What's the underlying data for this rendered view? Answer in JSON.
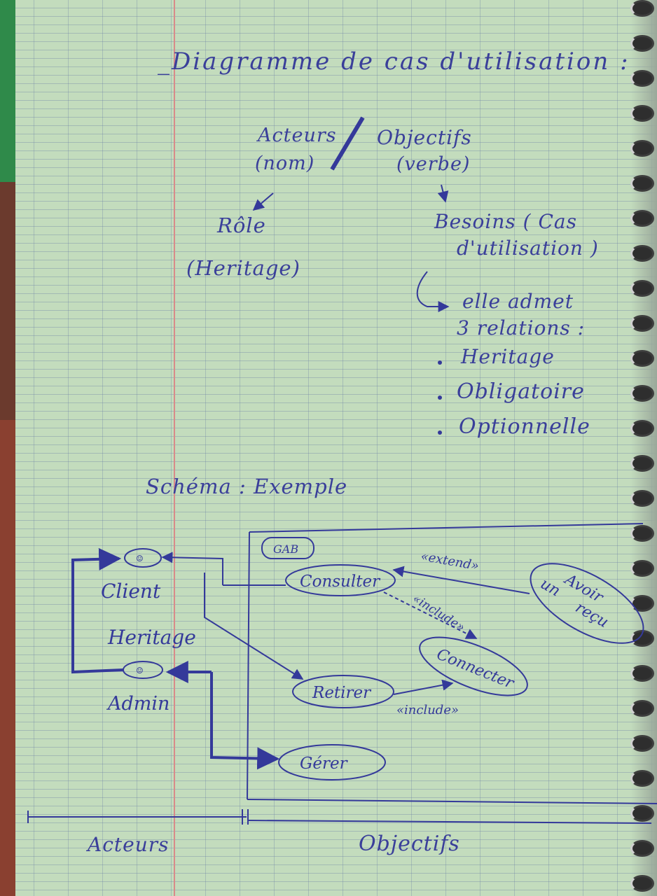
{
  "title": "_Diagramme de cas d'utilisation :",
  "concept": {
    "acteurs": "Acteurs",
    "acteurs_sub": "(nom)",
    "objectifs": "Objectifs",
    "objectifs_sub": "(verbe)",
    "role": "Rôle",
    "role_sub": "(Heritage)",
    "besoins_line1": "Besoins ( Cas",
    "besoins_line2": "d'utilisation )",
    "relations_line1": "elle admet",
    "relations_line2": "3 relations :",
    "relations": [
      "Heritage",
      "Obligatoire",
      "Optionnelle"
    ]
  },
  "schema_heading": "Schéma : Exemple",
  "diagram": {
    "system_name": "GAB",
    "actors": {
      "client": "Client",
      "admin": "Admin",
      "inheritance": "Heritage"
    },
    "use_cases": {
      "consulter": "Consulter",
      "avoir_recu_1": "Avoir",
      "avoir_recu_2": "un",
      "avoir_recu_3": "reçu",
      "connecter": "Connecter",
      "retirer": "Retirer",
      "gerer": "Gérer"
    },
    "relations": {
      "extend": "«extend»",
      "include_1": "«include»",
      "include_2": "«include»"
    }
  },
  "footer": {
    "acteurs": "Acteurs",
    "objectifs": "Objectifs"
  },
  "colors": {
    "ink": "#34399a",
    "paper": "#c3dcbd",
    "margin_line": "#d98a8a"
  }
}
